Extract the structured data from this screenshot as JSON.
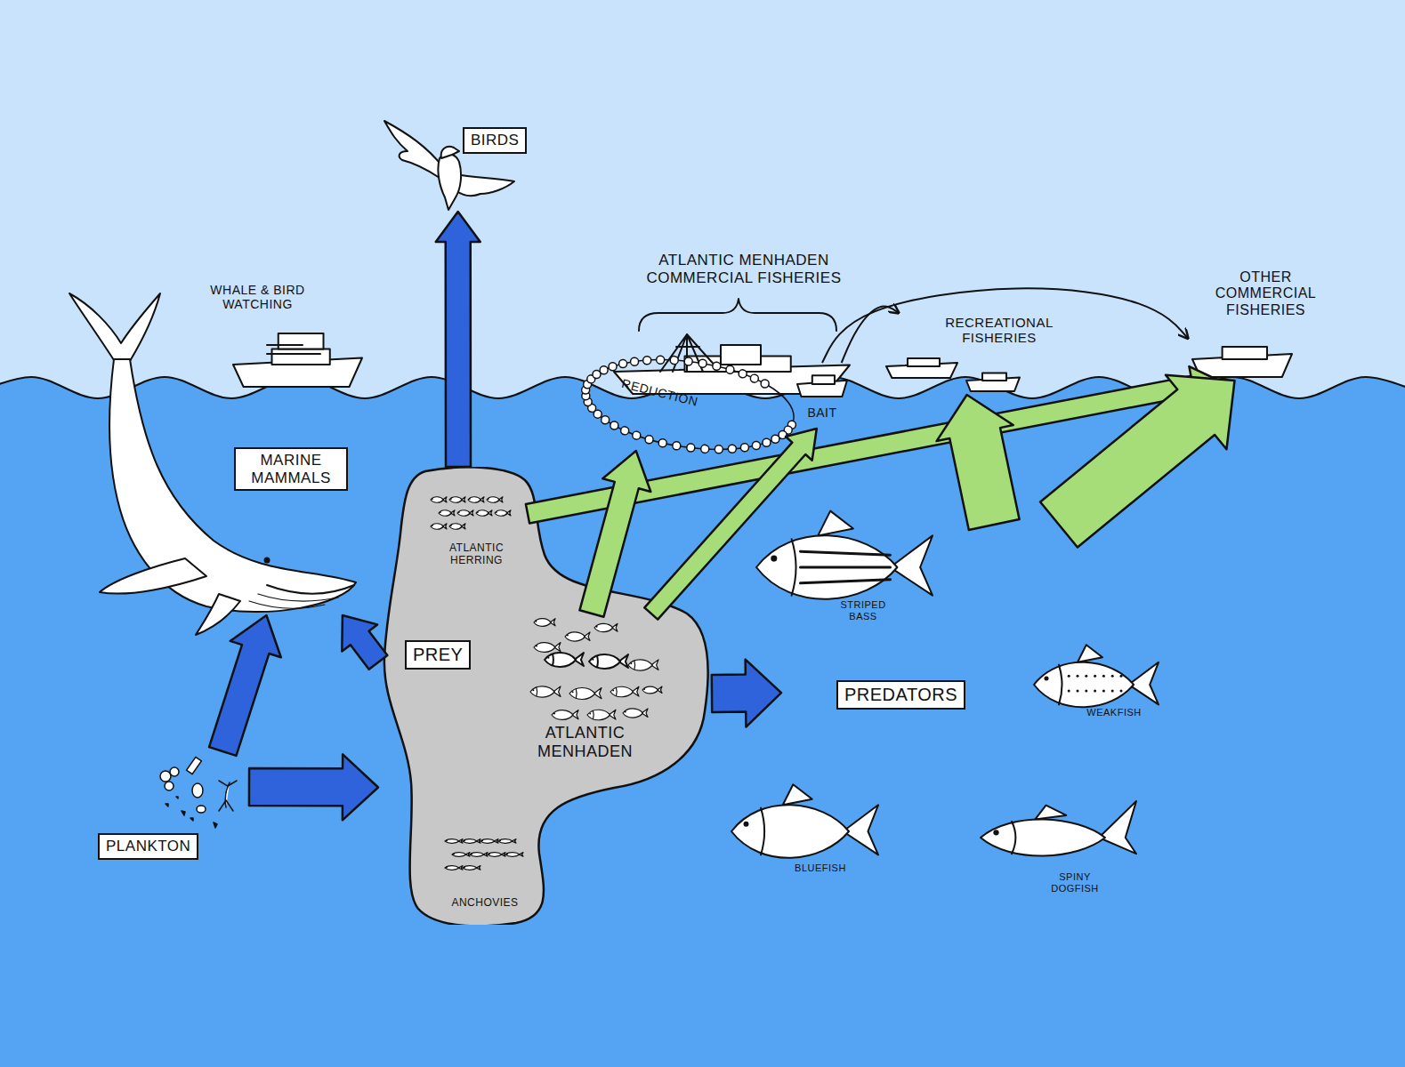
{
  "diagram": {
    "nodes": [
      {
        "text": [
          "BIRDS"
        ]
      },
      {
        "text": [
          "MARINE MAMMALS"
        ]
      },
      {
        "text": [
          "PREY"
        ]
      },
      {
        "text": [
          "ATLANTIC HERRING"
        ],
        "in": 2
      },
      {
        "text": [
          "ATLANTIC MENHADEN"
        ],
        "in": 2
      },
      {
        "text": [
          "ANCHOVIES"
        ],
        "in": 2
      },
      {
        "text": [
          "REDUCTION"
        ]
      },
      {
        "text": [
          "BAIT"
        ]
      },
      {
        "text": [
          "RECREATIONAL FISHERIES"
        ]
      },
      {
        "text": [
          "OTHER COMMERCIAL FISHERIES"
        ]
      },
      {
        "text": [
          "PREDATORS"
        ]
      },
      {
        "text": [
          "PLANKTON"
        ]
      }
    ],
    "edges": [
      {
        "from": 11,
        "to": 2,
        "arrow": "to"
      },
      {
        "from": 11,
        "to": 1,
        "arrow": "to"
      },
      {
        "from": 2,
        "to": 1,
        "arrow": "to"
      },
      {
        "from": 2,
        "to": 0,
        "arrow": "to"
      },
      {
        "from": 2,
        "to": 10,
        "arrow": "to"
      },
      {
        "from": 3,
        "to": 9,
        "arrow": "to"
      },
      {
        "from": 4,
        "to": 6,
        "arrow": "to"
      },
      {
        "from": 4,
        "to": 7,
        "arrow": "to"
      },
      {
        "from": 10,
        "to": 8,
        "arrow": "to"
      },
      {
        "from": 10,
        "to": 9,
        "arrow": "to"
      },
      {
        "from": 7,
        "to": 8,
        "arrow": "to"
      },
      {
        "from": 7,
        "to": 9,
        "arrow": "to"
      }
    ],
    "labels": [
      "WHALE & BIRD WATCHING",
      "ATLANTIC MENHADEN COMMERCIAL FISHERIES",
      "STRIPED BASS",
      "WEAKFISH",
      "BLUEFISH",
      "SPINY DOGFISH"
    ]
  }
}
